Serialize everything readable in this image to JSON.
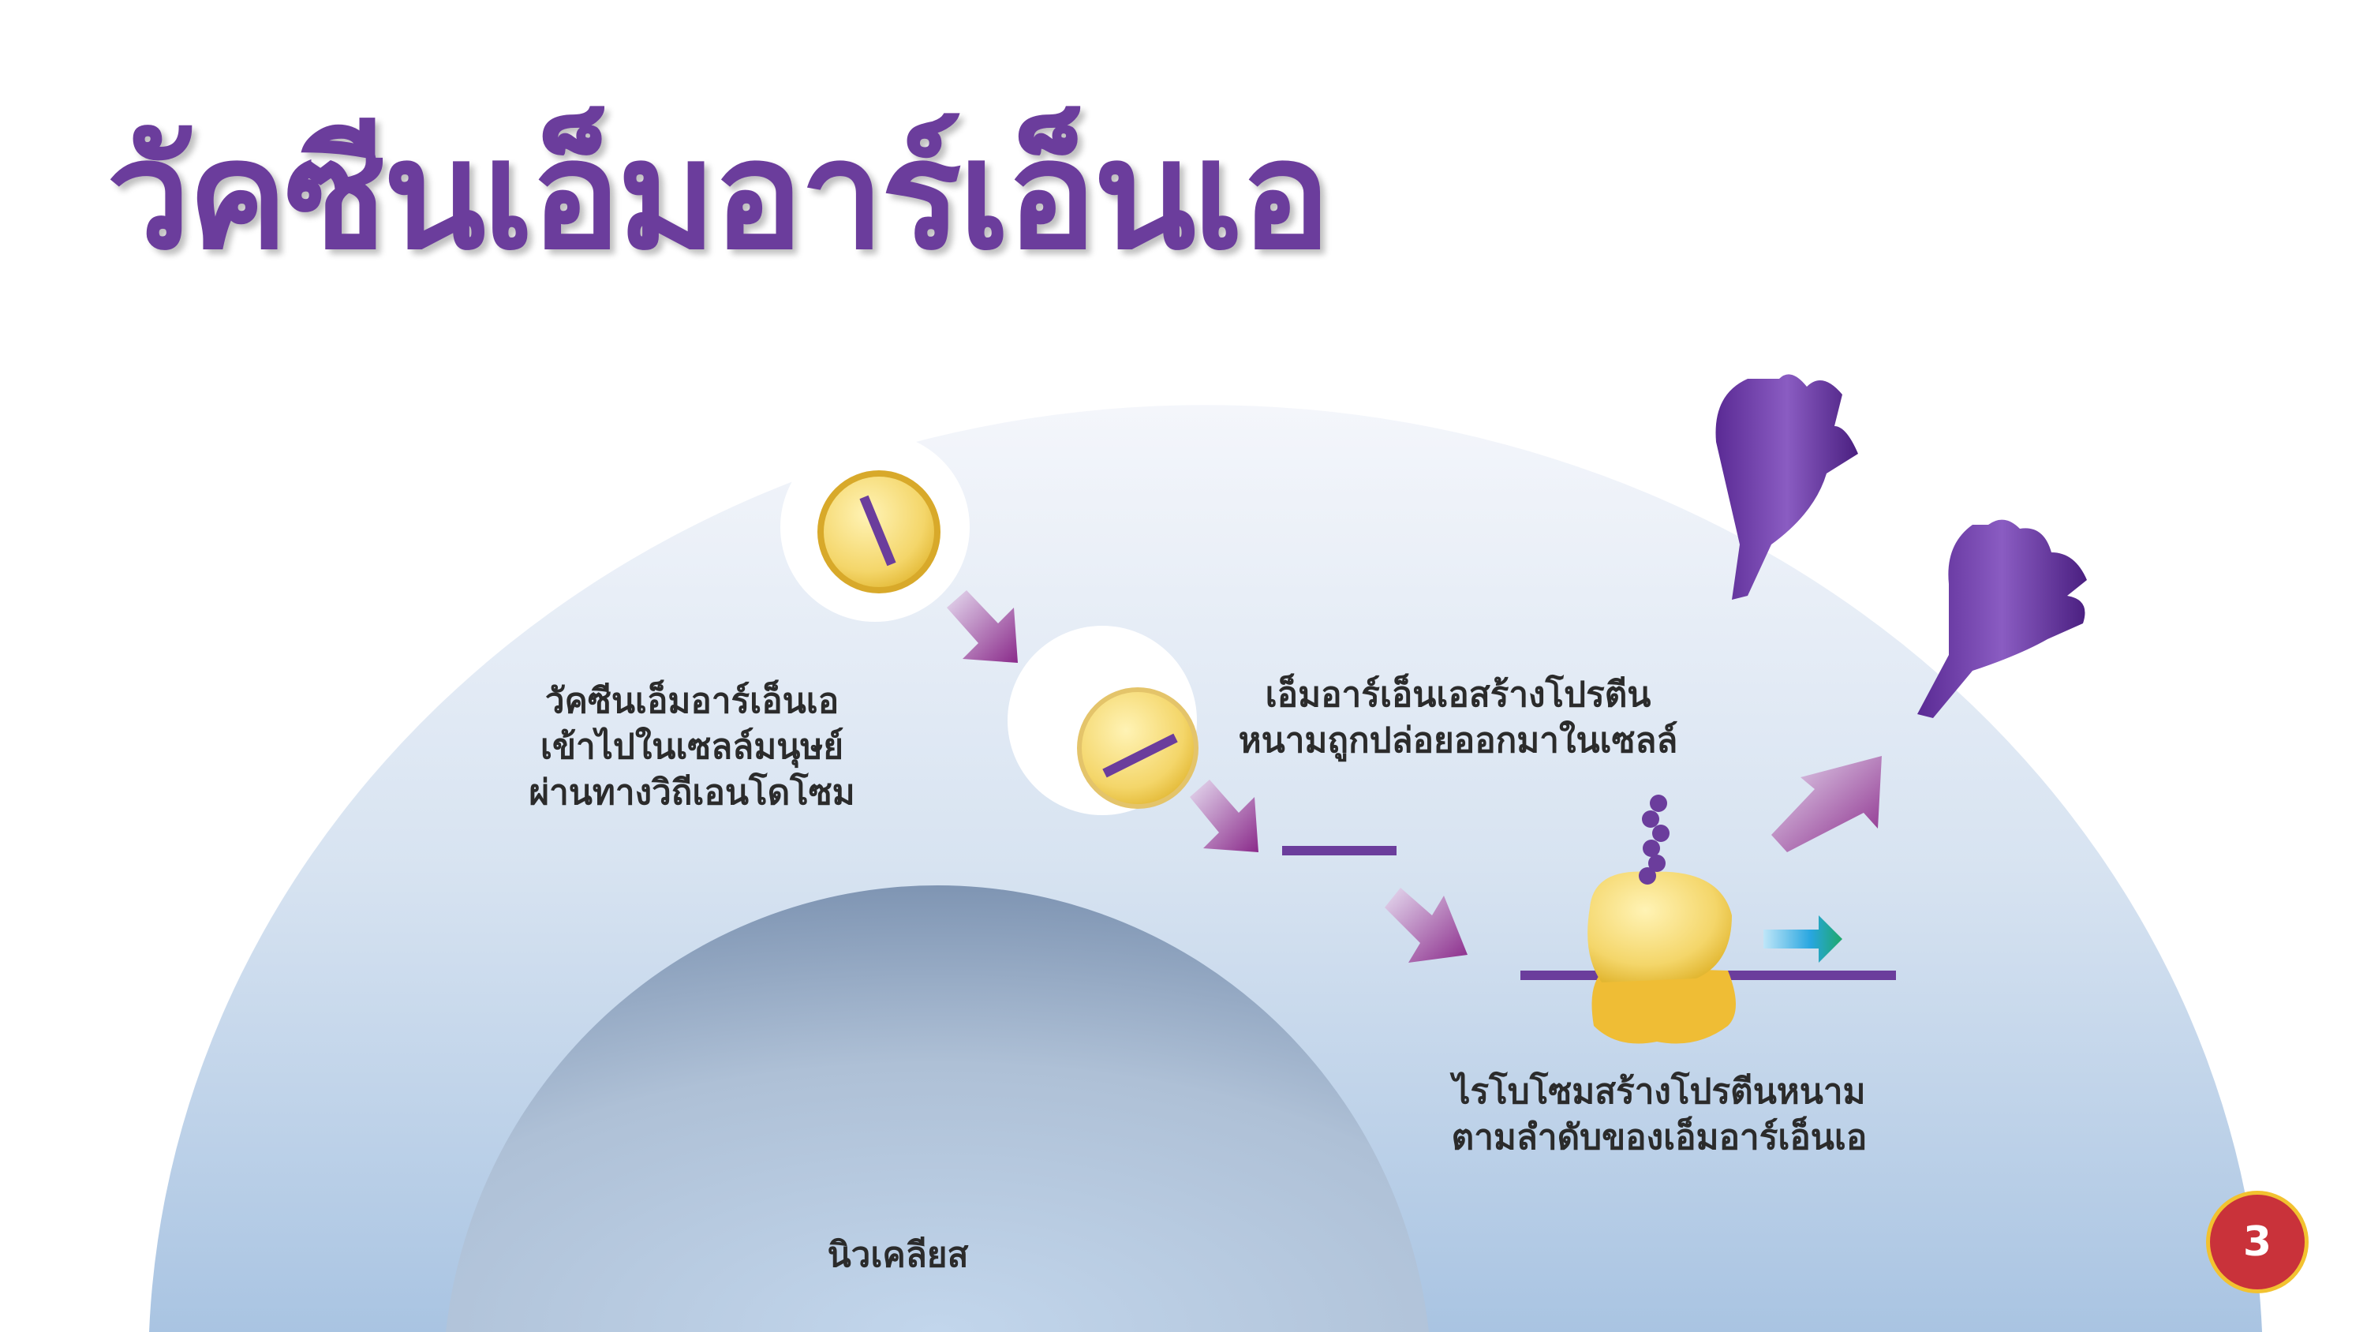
{
  "title": "วัคซีนเอ็มอาร์เอ็นเอ",
  "labels": {
    "entry": [
      "วัคซีนเอ็มอาร์เอ็นเอ",
      "เข้าไปในเซลล์มนุษย์",
      "ผ่านทางวิถีเอนโดโซม"
    ],
    "release": [
      "เอ็มอาร์เอ็นเอสร้างโปรตีน",
      "หนามถูกปล่อยออกมาในเซลล์"
    ],
    "ribosome": [
      "ไรโบโซมสร้างโปรตีนหนาม",
      "ตามลำดับของเอ็มอาร์เอ็นเอ"
    ],
    "nucleus": "นิวเคลียส"
  },
  "page_number": "3",
  "colors": {
    "accent": "#6b3d9c",
    "badge": "#c9323a",
    "ribosome": "#f3c93f"
  }
}
